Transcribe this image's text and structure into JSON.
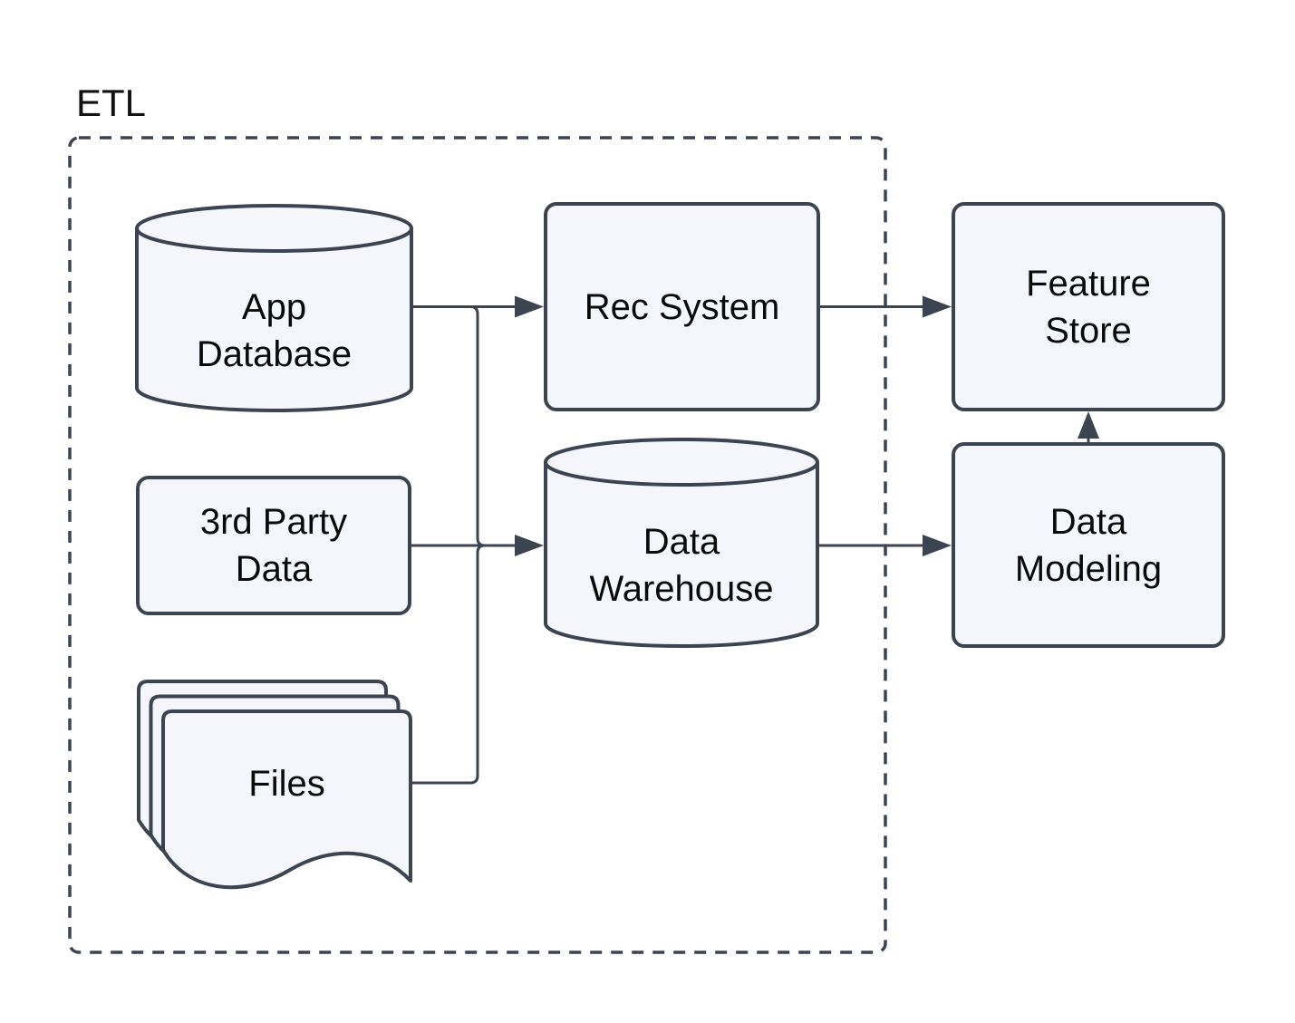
{
  "diagram": {
    "type": "flowchart",
    "group": {
      "label": "ETL"
    },
    "nodes": {
      "app_database": {
        "label": "App\nDatabase",
        "shape": "cylinder",
        "inside_group": true
      },
      "third_party": {
        "label": "3rd Party\nData",
        "shape": "rectangle",
        "inside_group": true
      },
      "files": {
        "label": "Files",
        "shape": "stacked-documents",
        "inside_group": true
      },
      "rec_system": {
        "label": "Rec System",
        "shape": "rectangle",
        "inside_group": true
      },
      "data_warehouse": {
        "label": "Data\nWarehouse",
        "shape": "cylinder",
        "inside_group": true
      },
      "feature_store": {
        "label": "Feature\nStore",
        "shape": "rectangle",
        "inside_group": false
      },
      "data_modeling": {
        "label": "Data\nModeling",
        "shape": "rectangle",
        "inside_group": false
      }
    },
    "edges": [
      {
        "from": "app_database",
        "to": "rec_system"
      },
      {
        "from": "app_database",
        "to": "data_warehouse"
      },
      {
        "from": "third_party",
        "to": "data_warehouse"
      },
      {
        "from": "files",
        "to": "data_warehouse"
      },
      {
        "from": "rec_system",
        "to": "feature_store"
      },
      {
        "from": "data_warehouse",
        "to": "data_modeling"
      },
      {
        "from": "data_modeling",
        "to": "feature_store"
      }
    ],
    "colors": {
      "background": "#ffffff",
      "node_fill": "#f5f6fc",
      "stroke": "#3c4351",
      "text": "#0a0a0a"
    }
  }
}
